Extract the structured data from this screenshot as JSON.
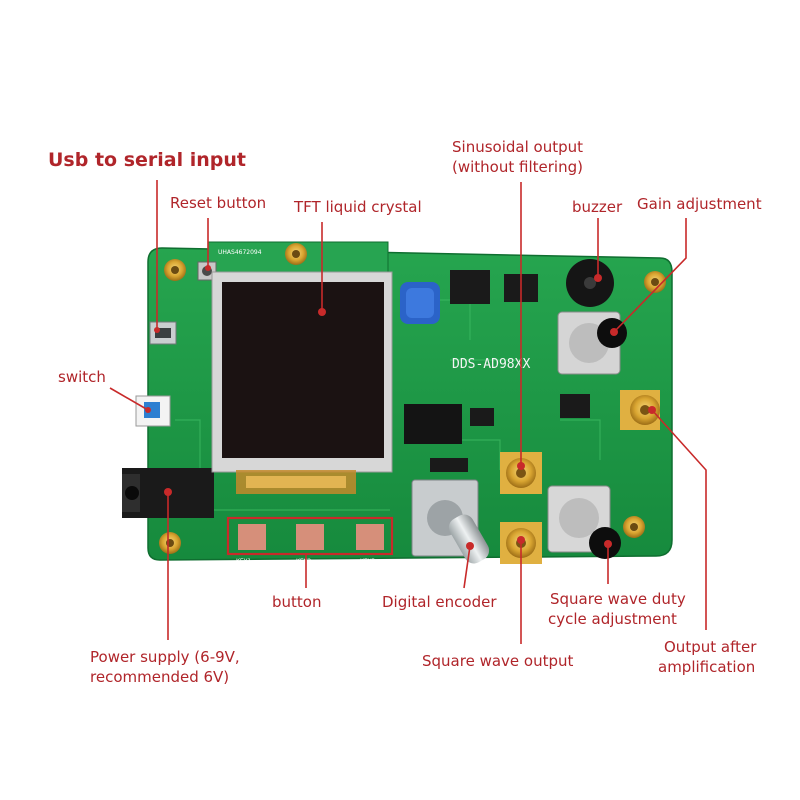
{
  "labels": {
    "usb_serial": "Usb to serial input",
    "reset_button": "Reset button",
    "tft_lcd": "TFT liquid crystal",
    "sin_output_line1": "Sinusoidal output",
    "sin_output_line2": "(without filtering)",
    "buzzer": "buzzer",
    "gain_adjustment": "Gain adjustment",
    "switch": "switch",
    "button": "button",
    "digital_encoder": "Digital encoder",
    "square_duty_line1": "Square wave duty",
    "square_duty_line2": "cycle adjustment",
    "output_amp_line1": "Output after",
    "output_amp_line2": "amplification",
    "power_supply_line1": "Power supply (6-9V,",
    "power_supply_line2": "recommended 6V)",
    "square_output": "Square wave output"
  },
  "board": {
    "model": "DDS-AD98XX",
    "key1": "KEY1",
    "key2": "KEY2",
    "key3": "KEY3"
  },
  "colors": {
    "label": "#b0252a",
    "pcb": "#1f9a46",
    "pcb_dark": "#15803a",
    "lcd": "#1b1212",
    "gold": "#d9a531"
  }
}
